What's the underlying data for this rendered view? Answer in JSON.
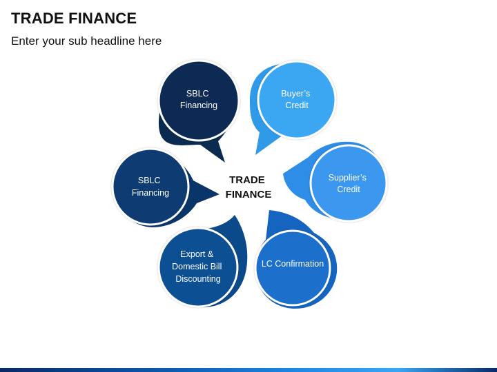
{
  "header": {
    "title": "TRADE FINANCE",
    "subtitle": "Enter your sub headline here"
  },
  "diagram": {
    "center": [
      "TRADE",
      "FINANCE"
    ],
    "nodes": [
      {
        "id": "sblc-top",
        "lines": [
          "SBLC",
          "Financing"
        ],
        "color": "#0b2b55",
        "shadow": "#0a2a4f"
      },
      {
        "id": "buyers-credit",
        "lines": [
          "Buyer’s",
          "Credit"
        ],
        "color": "#3aa6f2",
        "shadow": "#2f9be8"
      },
      {
        "id": "suppliers-credit",
        "lines": [
          "Supplier’s",
          "Credit"
        ],
        "color": "#3a98ee",
        "shadow": "#2e8de6"
      },
      {
        "id": "lc-confirmation",
        "lines": [
          "LC Confirmation"
        ],
        "color": "#1a6fcb",
        "shadow": "#1565c0"
      },
      {
        "id": "export-bill",
        "lines": [
          "Export &",
          "Domestic Bill",
          "Discounting"
        ],
        "color": "#0d4f93",
        "shadow": "#0b4a8a"
      },
      {
        "id": "sblc-left",
        "lines": [
          "SBLC",
          "Financing"
        ],
        "color": "#0c3b72",
        "shadow": "#0a3568"
      }
    ]
  },
  "colors": {
    "accent_dark": "#0a2a63",
    "accent_light": "#3aa6f2"
  }
}
